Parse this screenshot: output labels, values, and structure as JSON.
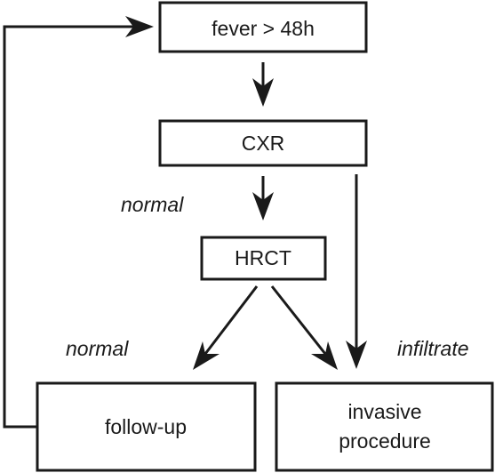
{
  "nodes": {
    "fever": "fever > 48h",
    "cxr": "CXR",
    "hrct": "HRCT",
    "followup": "follow-up",
    "invasive_line1": "invasive",
    "invasive_line2": "procedure"
  },
  "edge_labels": {
    "cxr_normal": "normal",
    "hrct_normal": "normal",
    "infiltrate": "infiltrate"
  },
  "colors": {
    "stroke": "#1a1a1a",
    "background": "#ffffff"
  }
}
